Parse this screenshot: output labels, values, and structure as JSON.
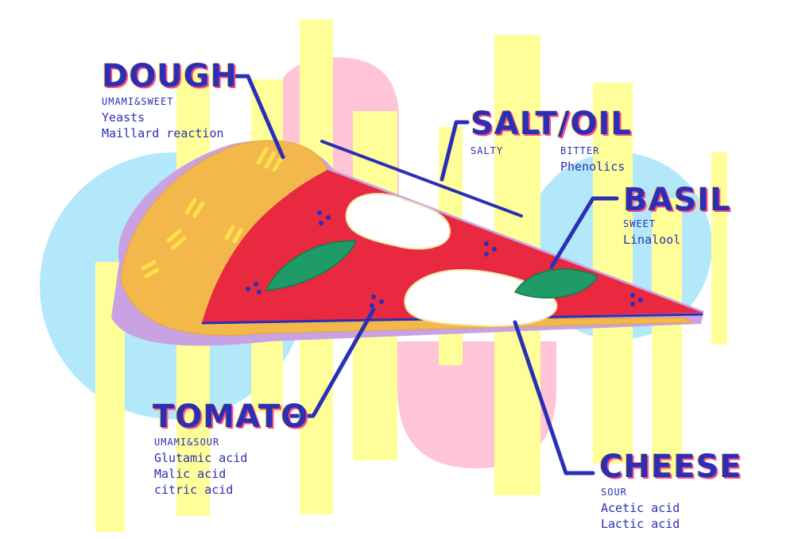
{
  "colors": {
    "ink": "#2a2fb5",
    "yellow_band": "#ffff99",
    "pink_shape": "#ffc4d6",
    "blue_shape": "#b3e8fb",
    "crust": "#f2b84b",
    "sauce": "#e8293f",
    "cheese": "#ffffff",
    "basil": "#1f9b67",
    "shadow": "#c9a2e4"
  },
  "icons": [
    "pizza-slice-illustration",
    "basil-leaf-icon",
    "mozzarella-blob-icon"
  ],
  "labels": {
    "dough": {
      "title": "DOUGH",
      "lines": [
        "UMAMI&SWEET",
        "Yeasts",
        "Maillard reaction"
      ]
    },
    "salt_oil": {
      "title": "SALT/OIL",
      "col1": [
        "SALTY"
      ],
      "col2": [
        "BITTER",
        "Phenolics"
      ]
    },
    "basil": {
      "title": "BASIL",
      "lines": [
        "SWEET",
        "Linalool"
      ]
    },
    "tomato": {
      "title": "TOMATO",
      "lines": [
        "UMAMI&SOUR",
        "Glutamic acid",
        "Malic acid",
        "citric acid"
      ]
    },
    "cheese": {
      "title": "CHEESE",
      "lines": [
        "SOUR",
        "Acetic acid",
        "Lactic acid"
      ]
    }
  }
}
